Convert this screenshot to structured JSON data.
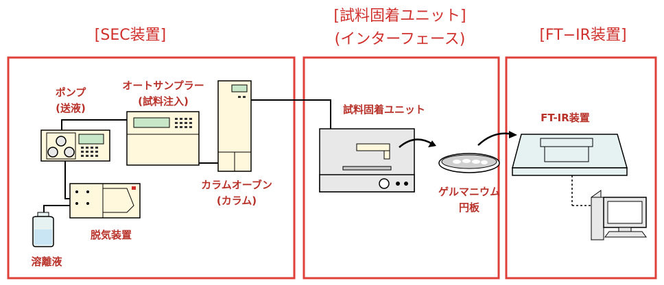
{
  "colors": {
    "frame": "#e0403a",
    "section_text": "#d0302c",
    "device_text": "#b8322a",
    "device_fill": "#fff8dc",
    "ftir_fill": "#e6f2f2",
    "line": "#000000"
  },
  "sections": [
    {
      "id": "sec",
      "label": "[SEC装置]"
    },
    {
      "id": "interface",
      "label": "[試料固着ユニット]",
      "sublabel": "(インターフェース)"
    },
    {
      "id": "ftir",
      "label": "[FT−IR装置]"
    }
  ],
  "devices": {
    "pump": {
      "label": "ポンプ",
      "sublabel": "(送液)",
      "icon": "pump-icon"
    },
    "autosampler": {
      "label": "オートサンプラー",
      "sublabel": "(試料注入)",
      "icon": "autosampler-icon"
    },
    "column_oven": {
      "label": "カラムオーブン",
      "sublabel": "(カラム)",
      "icon": "column-oven-icon"
    },
    "degasser": {
      "label": "脱気装置",
      "icon": "degasser-icon"
    },
    "eluent": {
      "label": "溶離液",
      "icon": "eluent-bottle-icon"
    },
    "fixing_unit": {
      "label": "試料固着ユニット",
      "icon": "fixing-unit-icon"
    },
    "germanium_disk": {
      "label": "ゲルマニウム",
      "sublabel": "円板",
      "icon": "disk-icon"
    },
    "ftir": {
      "label": "FT-IR装置",
      "icon": "ftir-spectrometer-icon"
    },
    "computer": {
      "icon": "computer-icon"
    }
  }
}
